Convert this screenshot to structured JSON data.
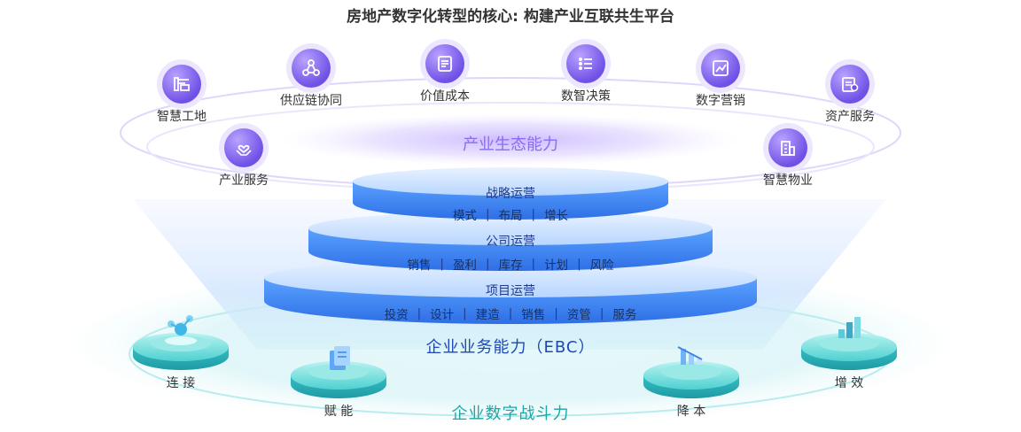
{
  "title": "房地产数字化转型的核心: 构建产业互联共生平台",
  "ecosystem": {
    "label": "产业生态能力",
    "nodes": [
      {
        "label": "智慧工地",
        "icon": "construction-crane-icon"
      },
      {
        "label": "供应链协同",
        "icon": "network-nodes-icon"
      },
      {
        "label": "价值成本",
        "icon": "document-list-icon"
      },
      {
        "label": "数智决策",
        "icon": "list-options-icon"
      },
      {
        "label": "数字营销",
        "icon": "trend-chart-icon"
      },
      {
        "label": "资产服务",
        "icon": "asset-card-icon"
      },
      {
        "label": "产业服务",
        "icon": "heart-hands-icon"
      },
      {
        "label": "智慧物业",
        "icon": "smart-building-icon"
      }
    ]
  },
  "ebc": {
    "label": "企业业务能力（EBC）",
    "tiers": [
      {
        "title": "战略运营",
        "items": [
          "模式",
          "布局",
          "增长"
        ]
      },
      {
        "title": "公司运营",
        "items": [
          "销售",
          "盈利",
          "库存",
          "计划",
          "风险"
        ]
      },
      {
        "title": "项目运营",
        "items": [
          "投资",
          "设计",
          "建造",
          "销售",
          "资管",
          "服务"
        ]
      }
    ]
  },
  "combat": {
    "label": "企业数字战斗力",
    "nodes": [
      {
        "label": "连 接",
        "icon": "molecule-icon"
      },
      {
        "label": "赋 能",
        "icon": "document-stack-icon"
      },
      {
        "label": "降 本",
        "icon": "down-arrow-chart-icon"
      },
      {
        "label": "增 效",
        "icon": "growth-blocks-icon"
      }
    ]
  },
  "colors": {
    "ecosystem": "#8b6cf0",
    "ebc_label": "#1e47b8",
    "tier_top": "#c9e0ff",
    "tier_side": "#2f7bf0",
    "pedestal": "#39c9cf",
    "combat_label": "#1aa7a7"
  }
}
